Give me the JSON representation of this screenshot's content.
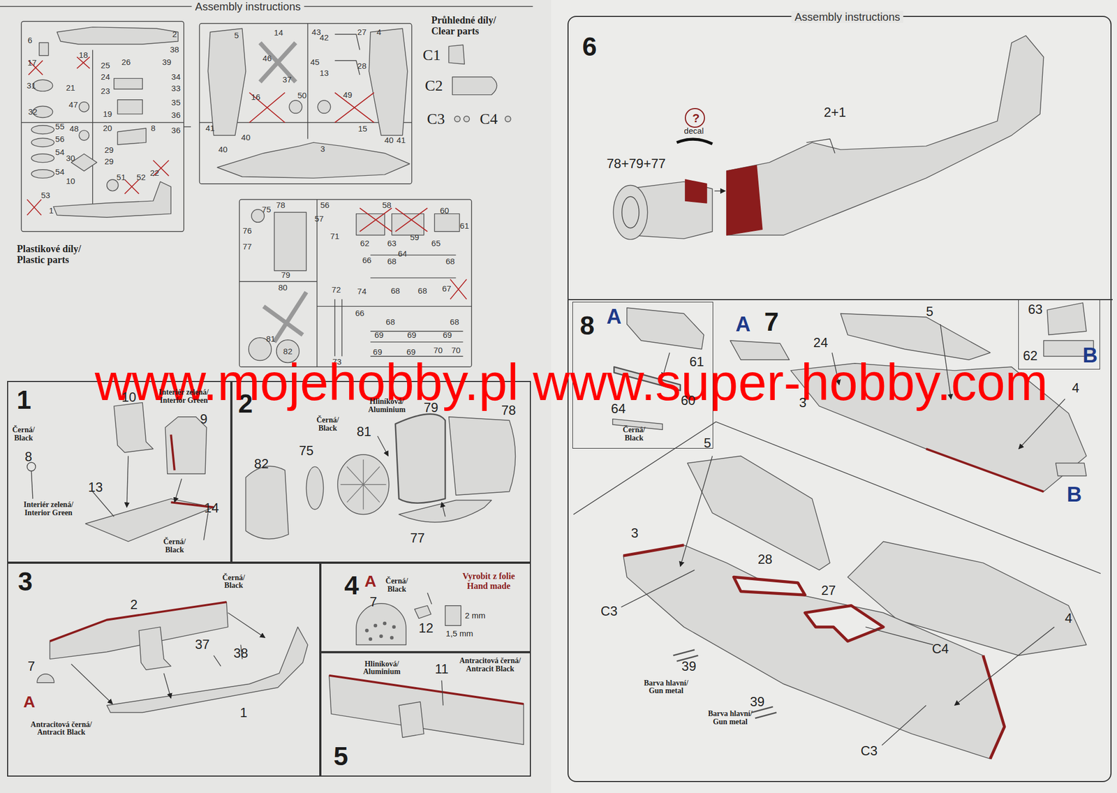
{
  "diagram": {
    "nodes": [
      {
        "text": [
          "1"
        ]
      },
      {
        "text": [
          "2"
        ]
      },
      {
        "text": [
          "3"
        ]
      },
      {
        "text": [
          "4"
        ]
      },
      {
        "text": [
          "5"
        ]
      },
      {
        "text": [
          "Assembly instructions"
        ]
      },
      {
        "text": [
          "6"
        ],
        "in": 5
      },
      {
        "text": [
          "?"
        ],
        "in": 6
      },
      {
        "text": [
          "8"
        ],
        "in": 5
      },
      {
        "text": [
          "63",
          "62",
          "B"
        ],
        "in": 5
      }
    ],
    "labels": [
      "Assembly instructions",
      "6",
      "2",
      "38",
      "18",
      "17",
      "39",
      "25",
      "26",
      "24",
      "34",
      "21",
      "23",
      "33",
      "31",
      "47",
      "35",
      "32",
      "19",
      "36",
      "55",
      "48",
      "20",
      "8",
      "36",
      "56",
      "54",
      "30",
      "29",
      "29",
      "54",
      "10",
      "51",
      "52",
      "22",
      "53",
      "1",
      "5",
      "14",
      "43",
      "42",
      "27",
      "4",
      "46",
      "37",
      "45",
      "13",
      "28",
      "16",
      "50",
      "49",
      "41",
      "40",
      "40",
      "15",
      "40",
      "41",
      "3",
      "Průhledné díly/ Clear parts",
      "C1",
      "C2",
      "C3",
      "C4",
      "Plastikové díly/ Plastic parts",
      "75",
      "78",
      "56",
      "58",
      "60",
      "61",
      "76",
      "57",
      "71",
      "59",
      "77",
      "62",
      "63",
      "64",
      "65",
      "66",
      "68",
      "68",
      "79",
      "80",
      "72",
      "74",
      "68",
      "68",
      "67",
      "66",
      "68",
      "68",
      "69",
      "69",
      "69",
      "81",
      "82",
      "69",
      "69",
      "70",
      "70",
      "73",
      "www.mojehobby.pl www.super-hobby.com",
      "10",
      "Interiér zelená/ Interior Green",
      "9",
      "Černá/ Black",
      "8",
      "13",
      "14",
      "Interiér zelená/ Interior Green",
      "Černá/ Black",
      "Černá/ Black",
      "Hliníková/ Aluminium",
      "79",
      "78",
      "81",
      "82",
      "75",
      "77",
      "Černá/ Black",
      "2",
      "37",
      "38",
      "7",
      "A",
      "1",
      "Antracitová černá/ Antracit Black",
      "A",
      "Černá/ Black",
      "7",
      "12",
      "Vyrobit z folie Hand made",
      "2 mm",
      "1,5 mm",
      "Hliníková/ Aluminium",
      "11",
      "Antracitová černá/ Antracit Black",
      "2+1",
      "78+79+77",
      "decal",
      "A",
      "61",
      "60",
      "64",
      "Černá/ Black",
      "A",
      "7",
      "24",
      "5",
      "3",
      "4",
      "B",
      "5",
      "3",
      "28",
      "27",
      "C3",
      "C4",
      "4",
      "39",
      "Barva hlavní/ Gun metal",
      "39",
      "Barva hlavní/ Gun metal",
      "C3"
    ]
  }
}
